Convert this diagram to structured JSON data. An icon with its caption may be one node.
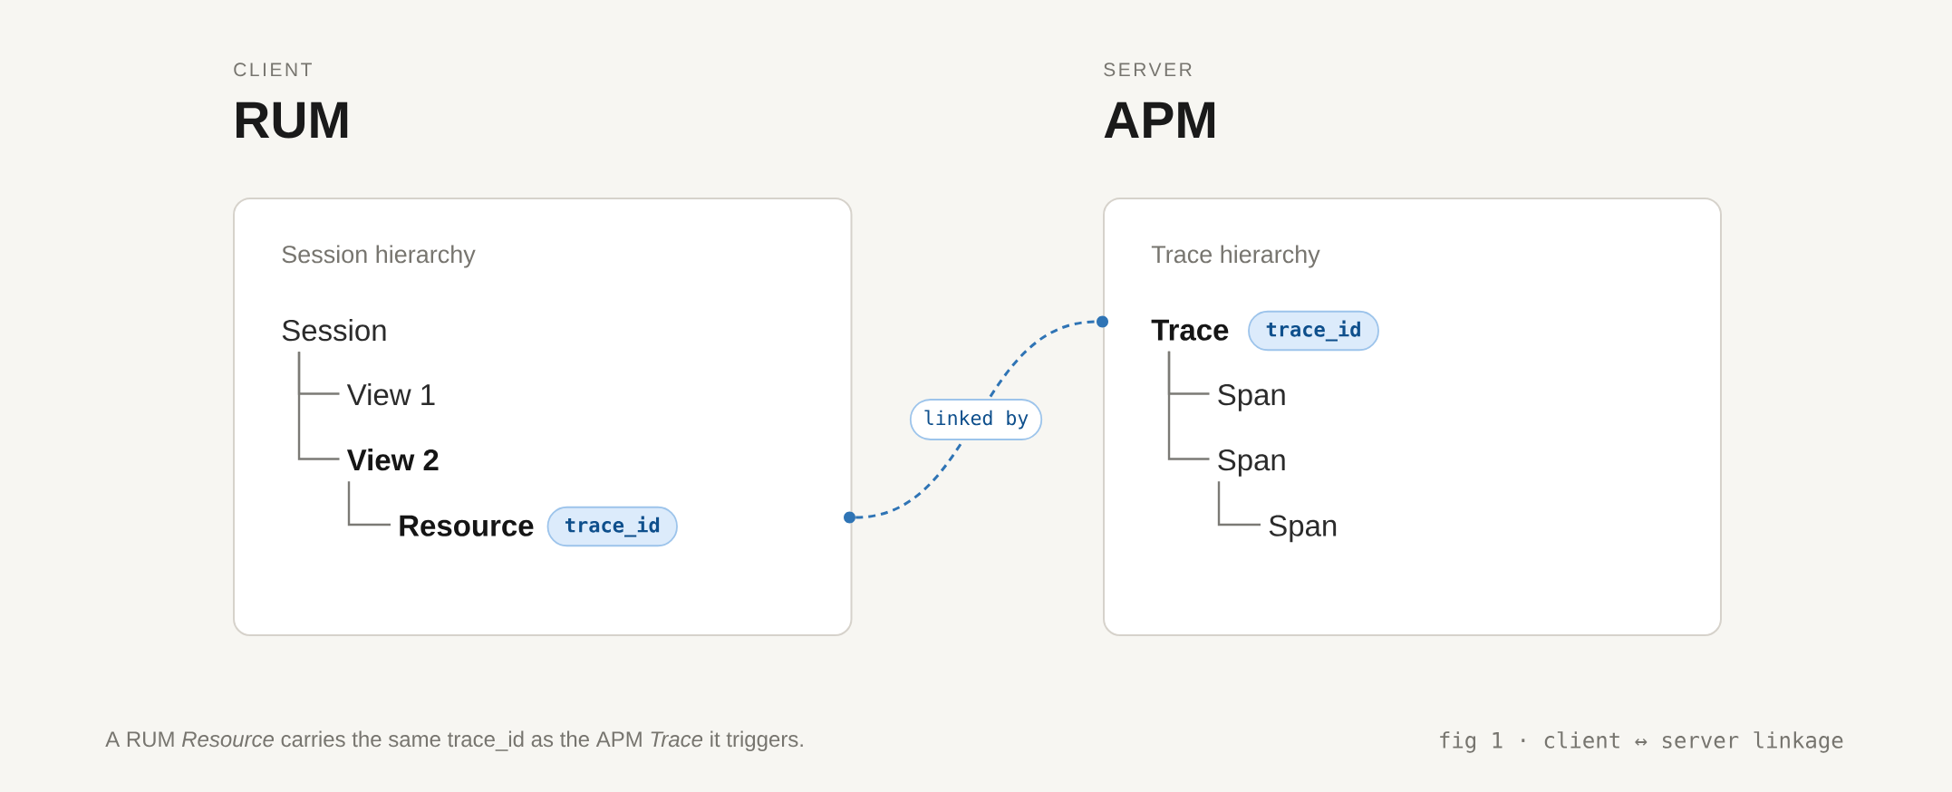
{
  "diagram": {
    "caption": "A RUM *Resource* carries the same trace_id as the APM *Trace* it triggers.",
    "nodes": [
      {
        "text": [
          "Session hierarchy"
        ]
      },
      {
        "text": [
          "Session"
        ],
        "in": 0
      },
      {
        "text": [
          "View 1"
        ],
        "in": 0
      },
      {
        "text": [
          "View 2"
        ],
        "in": 0
      },
      {
        "text": [
          "Resource"
        ],
        "in": 0
      },
      {
        "text": [
          "trace_id"
        ],
        "in": 0
      },
      {
        "text": [],
        "shape": "circle"
      },
      {
        "text": [],
        "shape": "circle"
      },
      {
        "text": [
          "Trace hierarchy"
        ]
      },
      {
        "text": [
          "Trace"
        ],
        "in": 8
      },
      {
        "text": [
          "trace_id"
        ],
        "in": 8
      },
      {
        "text": [
          "Span"
        ],
        "in": 8
      },
      {
        "text": [
          "Span"
        ],
        "in": 8
      },
      {
        "text": [
          "Span"
        ],
        "in": 8
      }
    ],
    "edges": [
      {
        "from": 1,
        "to": 2,
        "arrow": "none"
      },
      {
        "from": 1,
        "to": 3,
        "arrow": "none"
      },
      {
        "from": 3,
        "to": 4,
        "arrow": "none"
      },
      {
        "from": 9,
        "to": 11,
        "arrow": "none"
      },
      {
        "from": 9,
        "to": 12,
        "arrow": "none"
      },
      {
        "from": 12,
        "to": 13,
        "arrow": "none"
      },
      {
        "from": 6,
        "to": 7,
        "arrow": "none",
        "label": "linked by",
        "style": "dashed",
        "color": "#2f74b5"
      }
    ],
    "labels": [
      "CLIENT",
      "SERVER",
      "RUM",
      "APM",
      "fig 1 · client ↔ server linkage"
    ]
  }
}
